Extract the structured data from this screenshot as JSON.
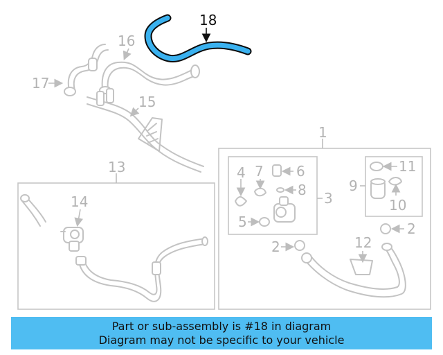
{
  "diagram": {
    "callouts": [
      "18",
      "16",
      "17",
      "15",
      "1",
      "13",
      "14",
      "6",
      "7",
      "4",
      "8",
      "3",
      "5",
      "11",
      "9",
      "10",
      "2",
      "2",
      "12"
    ],
    "highlighted_part": "18",
    "colors": {
      "highlight": "#3ab1ef",
      "highlight_outline": "#0b0b0b",
      "ghost": "#c3c3c3",
      "banner": "#4fbdf2"
    }
  },
  "banner": {
    "line1": "Part or sub-assembly is #18 in diagram",
    "line2": "Diagram may not be specific to your vehicle"
  }
}
